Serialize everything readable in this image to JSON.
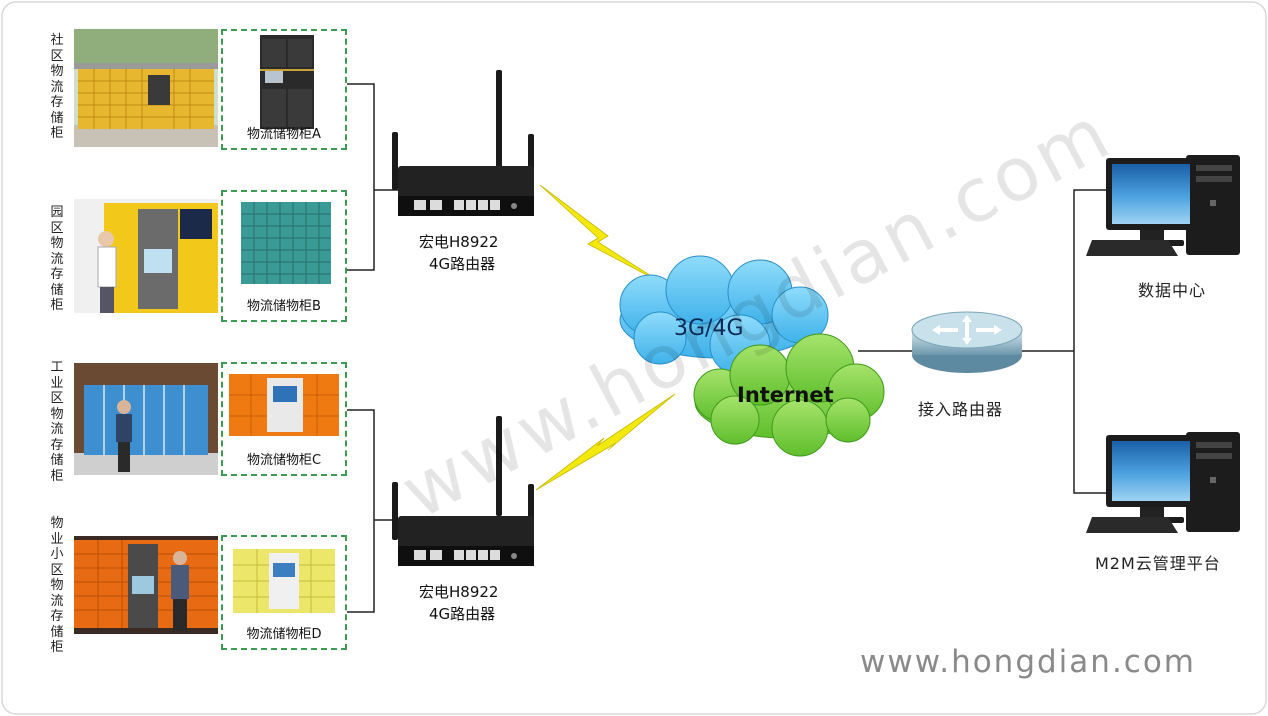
{
  "sites": [
    {
      "label": "社区物流存储柜",
      "cabinet": "物流储物柜A"
    },
    {
      "label": "园区物流存储柜",
      "cabinet": "物流储物柜B"
    },
    {
      "label": "工业区物流存储柜",
      "cabinet": "物流储物柜C"
    },
    {
      "label": "物业小区物流存储柜",
      "cabinet": "物流储物柜D"
    }
  ],
  "routers": [
    {
      "name": "宏电H8922",
      "model": "4G路由器"
    },
    {
      "name": "宏电H8922",
      "model": "4G路由器"
    }
  ],
  "network": {
    "mobile": "3G/4G",
    "internet": "Internet"
  },
  "access_router": "接入路由器",
  "data_center": "数据中心",
  "m2m_platform": "M2M云管理平台",
  "website": "www.hongdian.com",
  "watermark_diagonal": "www.hongdian.com",
  "colors": {
    "box_border": "#3c9a52",
    "cloud_blue": "#5bc4f0",
    "cloud_green": "#7fd048",
    "bolt": "#f2e90b"
  }
}
